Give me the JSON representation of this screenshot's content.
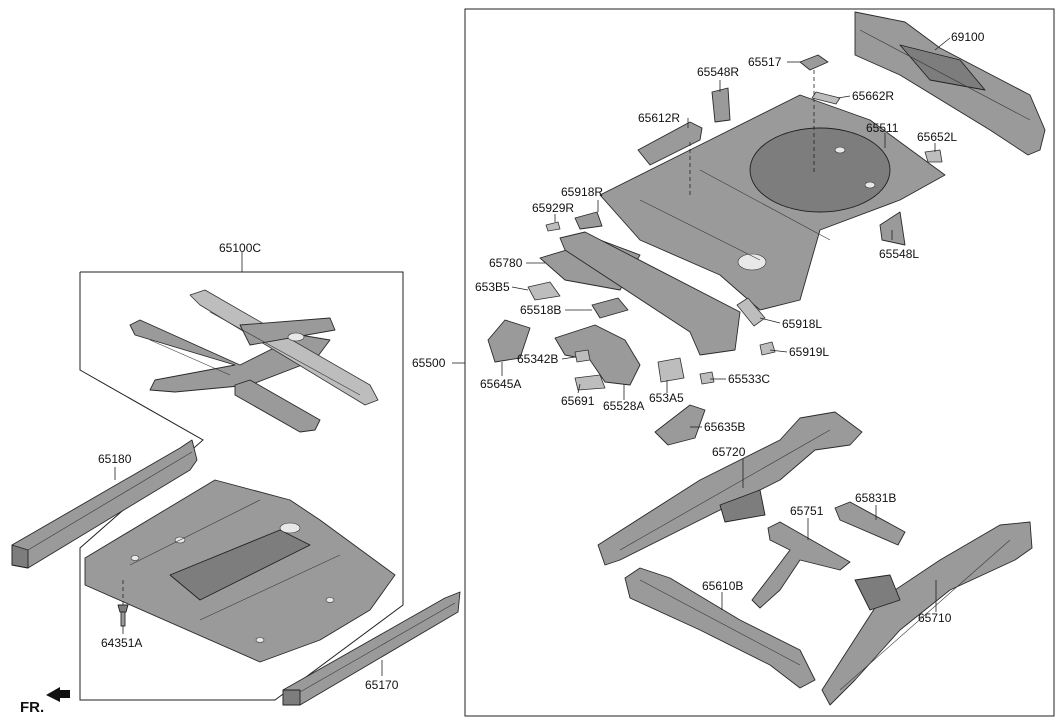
{
  "diagram": {
    "fr_label": "FR.",
    "labels": {
      "p65100C": "65100C",
      "p65180": "65180",
      "p64351A": "64351A",
      "p65170": "65170",
      "p65500": "65500",
      "p69100": "69100",
      "p65517": "65517",
      "p65548R": "65548R",
      "p65662R": "65662R",
      "p65612R": "65612R",
      "p65511": "65511",
      "p65652L": "65652L",
      "p65918R": "65918R",
      "p65929R": "65929R",
      "p65548L": "65548L",
      "p65780": "65780",
      "p653B5": "653B5",
      "p65518B": "65518B",
      "p65918L": "65918L",
      "p65342B": "65342B",
      "p65919L": "65919L",
      "p65500_645": "65645A",
      "p65691": "65691",
      "p65528A": "65528A",
      "p653A5": "653A5",
      "p65533C": "65533C",
      "p65635B": "65635B",
      "p65720": "65720",
      "p65831B": "65831B",
      "p65751": "65751",
      "p65610B": "65610B",
      "p65710": "65710"
    }
  }
}
